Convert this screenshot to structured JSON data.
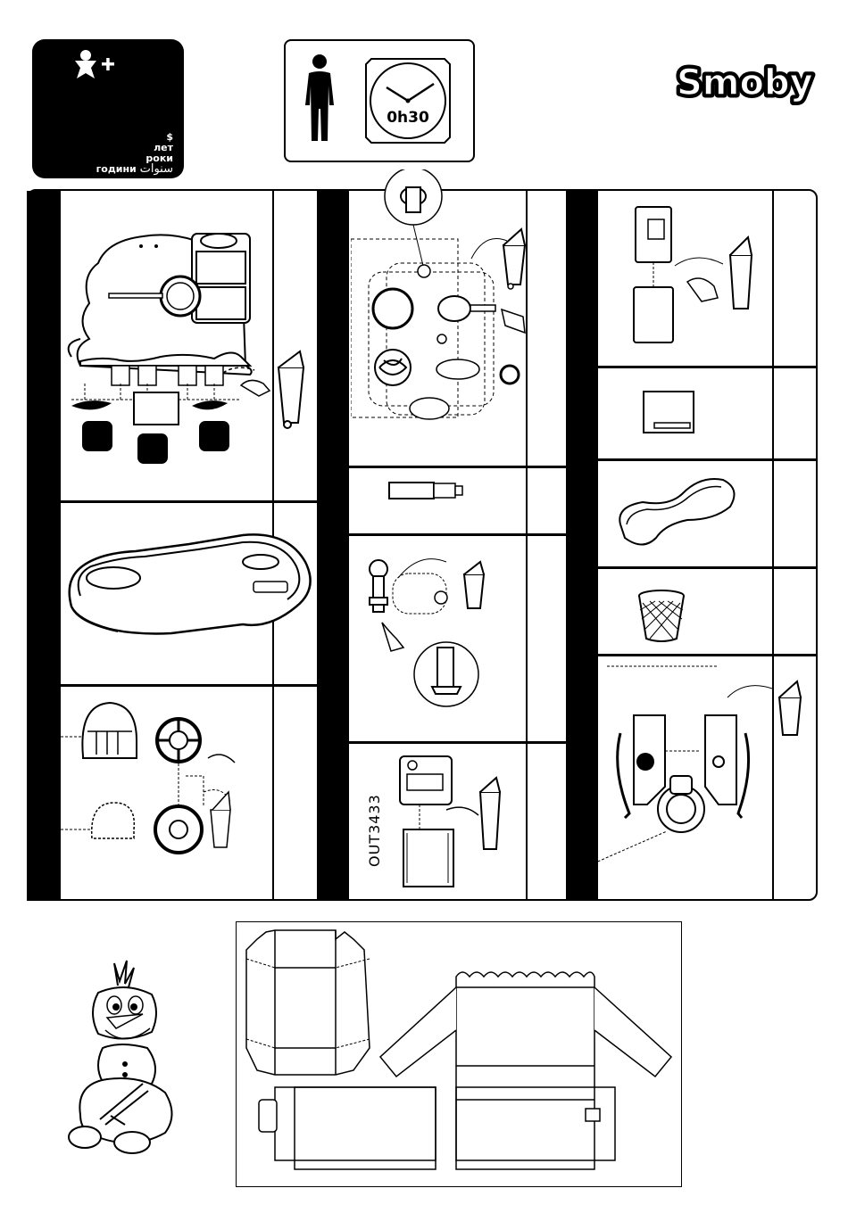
{
  "age_badge": {
    "lines": [
      "$",
      "лет",
      "роки"
    ],
    "bottom_cyrillic": "години",
    "bottom_arabic": "سنوات"
  },
  "assembly_time": {
    "label": "0h30",
    "icon": "adult-person-icon"
  },
  "brand": {
    "name": "Smoby"
  },
  "parts": {
    "code_label": "OUT3433"
  },
  "icons": {
    "age": "person-plus-icon",
    "clock": "clock-icon",
    "recycle": "recycle-bin-icon",
    "hand": "hand-icon"
  }
}
